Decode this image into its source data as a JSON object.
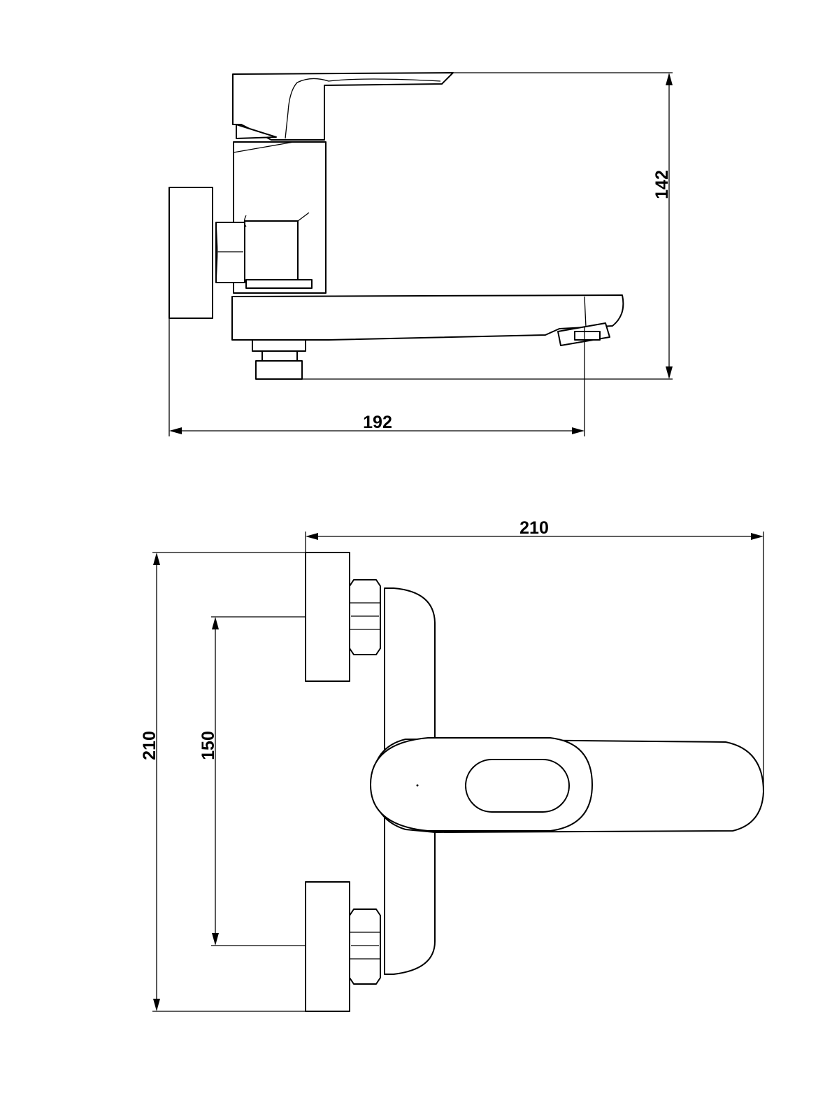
{
  "side_view": {
    "width_label": "192",
    "height_label": "142"
  },
  "top_view": {
    "width_label": "210",
    "outer_height_label": "210",
    "inlet_spacing_label": "150"
  }
}
